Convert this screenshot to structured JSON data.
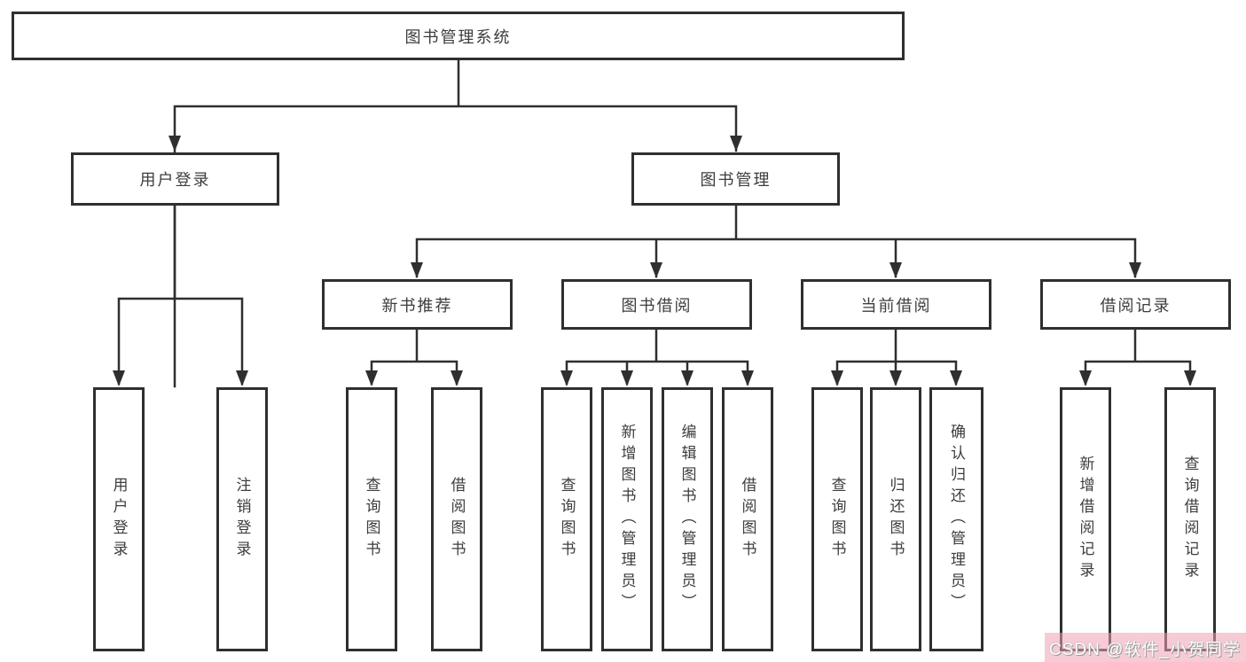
{
  "diagram": {
    "root": "图书管理系统",
    "level2": {
      "user_login": "用户登录",
      "book_management": "图书管理"
    },
    "level3": {
      "new_book_recommend": "新书推荐",
      "book_borrow": "图书借阅",
      "current_borrow": "当前借阅",
      "borrow_record": "借阅记录"
    },
    "leaves": {
      "user_login": [
        "用户登录",
        "注销登录"
      ],
      "new_book_recommend": [
        "查询图书",
        "借阅图书"
      ],
      "book_borrow": [
        "查询图书",
        "新增图书（管理员）",
        "编辑图书（管理员）",
        "借阅图书"
      ],
      "current_borrow": [
        "查询图书",
        "归还图书",
        "确认归还（管理员）"
      ],
      "borrow_record": [
        "新增借阅记录",
        "查询借阅记录"
      ]
    }
  },
  "watermark": {
    "text": "CSDN @软件_小贺同学",
    "band_color": "#eea0b2"
  },
  "colors": {
    "line": "#2f2f2f",
    "box_border": "#2f2f2f",
    "text": "#3d3d3d",
    "background": "#ffffff"
  }
}
